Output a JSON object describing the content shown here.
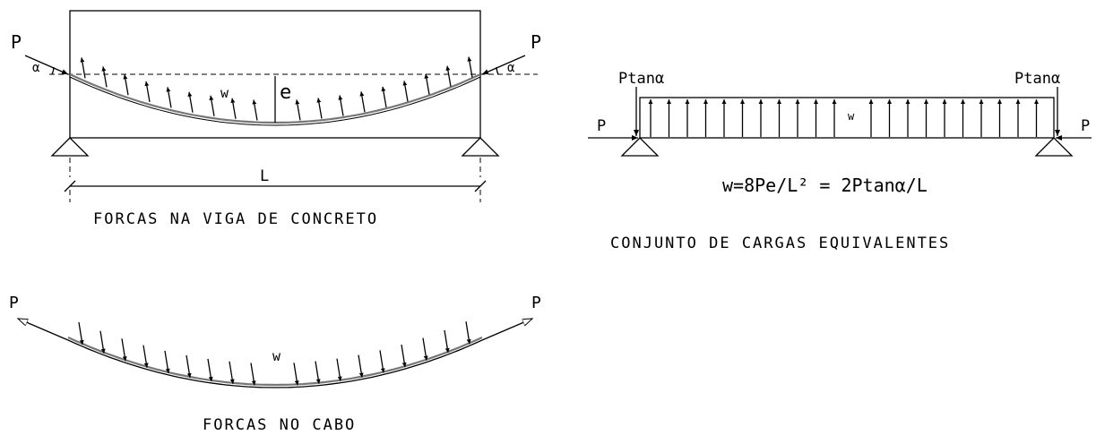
{
  "colors": {
    "ink": "#000000",
    "cable": "#777777",
    "background": "#ffffff"
  },
  "beam_diagram": {
    "force_left": "P",
    "force_right": "P",
    "angle_left": "α",
    "angle_right": "α",
    "load": "w",
    "eccentricity": "e",
    "span": "L",
    "caption": "FORCAS NA VIGA DE CONCRETO"
  },
  "equivalent_loads": {
    "vertical_left": "Ptanα",
    "vertical_right": "Ptanα",
    "force_left": "P",
    "force_right": "P",
    "load": "w",
    "formula": "w=8Pe/L² = 2Ptanα/L",
    "caption": "CONJUNTO DE CARGAS EQUIVALENTES"
  },
  "cable_diagram": {
    "force_left": "P",
    "force_right": "P",
    "load": "w",
    "caption": "FORCAS NO CABO"
  }
}
